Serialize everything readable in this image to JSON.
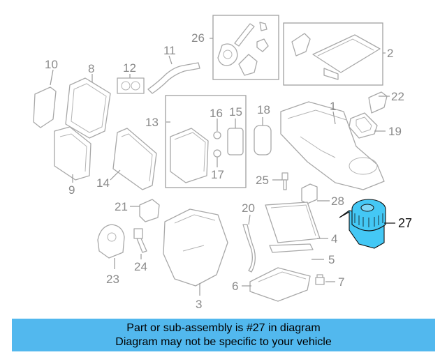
{
  "diagram": {
    "callouts": [
      "1",
      "2",
      "3",
      "4",
      "5",
      "6",
      "7",
      "8",
      "9",
      "10",
      "11",
      "12",
      "13",
      "14",
      "15",
      "16",
      "17",
      "18",
      "19",
      "20",
      "21",
      "22",
      "23",
      "24",
      "25",
      "26",
      "27",
      "28"
    ],
    "highlight_callout": "27",
    "highlight_color": "#44c8f5",
    "line_color": "#a8a8a8"
  },
  "banner": {
    "line1": "Part or sub-assembly is #27 in diagram",
    "line2": "Diagram may not be specific to your vehicle",
    "background": "#52b8ee"
  }
}
